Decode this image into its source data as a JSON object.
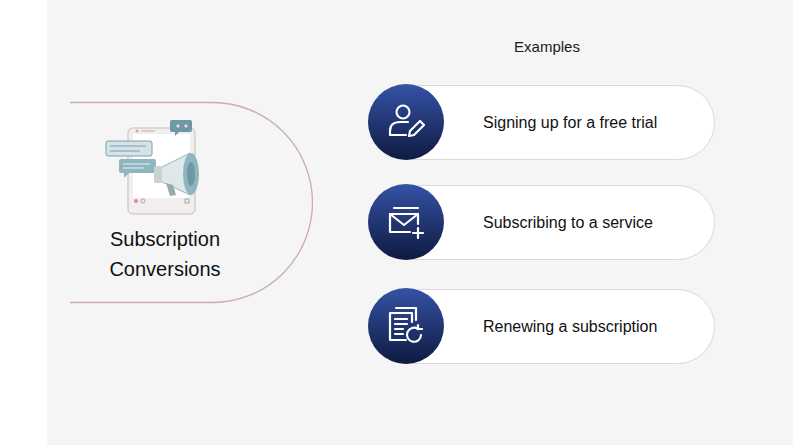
{
  "diagram": {
    "nodes": [
      {
        "text": [
          "Subscription Conversions"
        ]
      },
      {
        "text": [
          "Signing up for a free trial"
        ]
      },
      {
        "text": [
          "Subscribing to a service"
        ]
      },
      {
        "text": [
          "Renewing a subscription"
        ]
      }
    ],
    "labels": [
      "Examples"
    ]
  }
}
